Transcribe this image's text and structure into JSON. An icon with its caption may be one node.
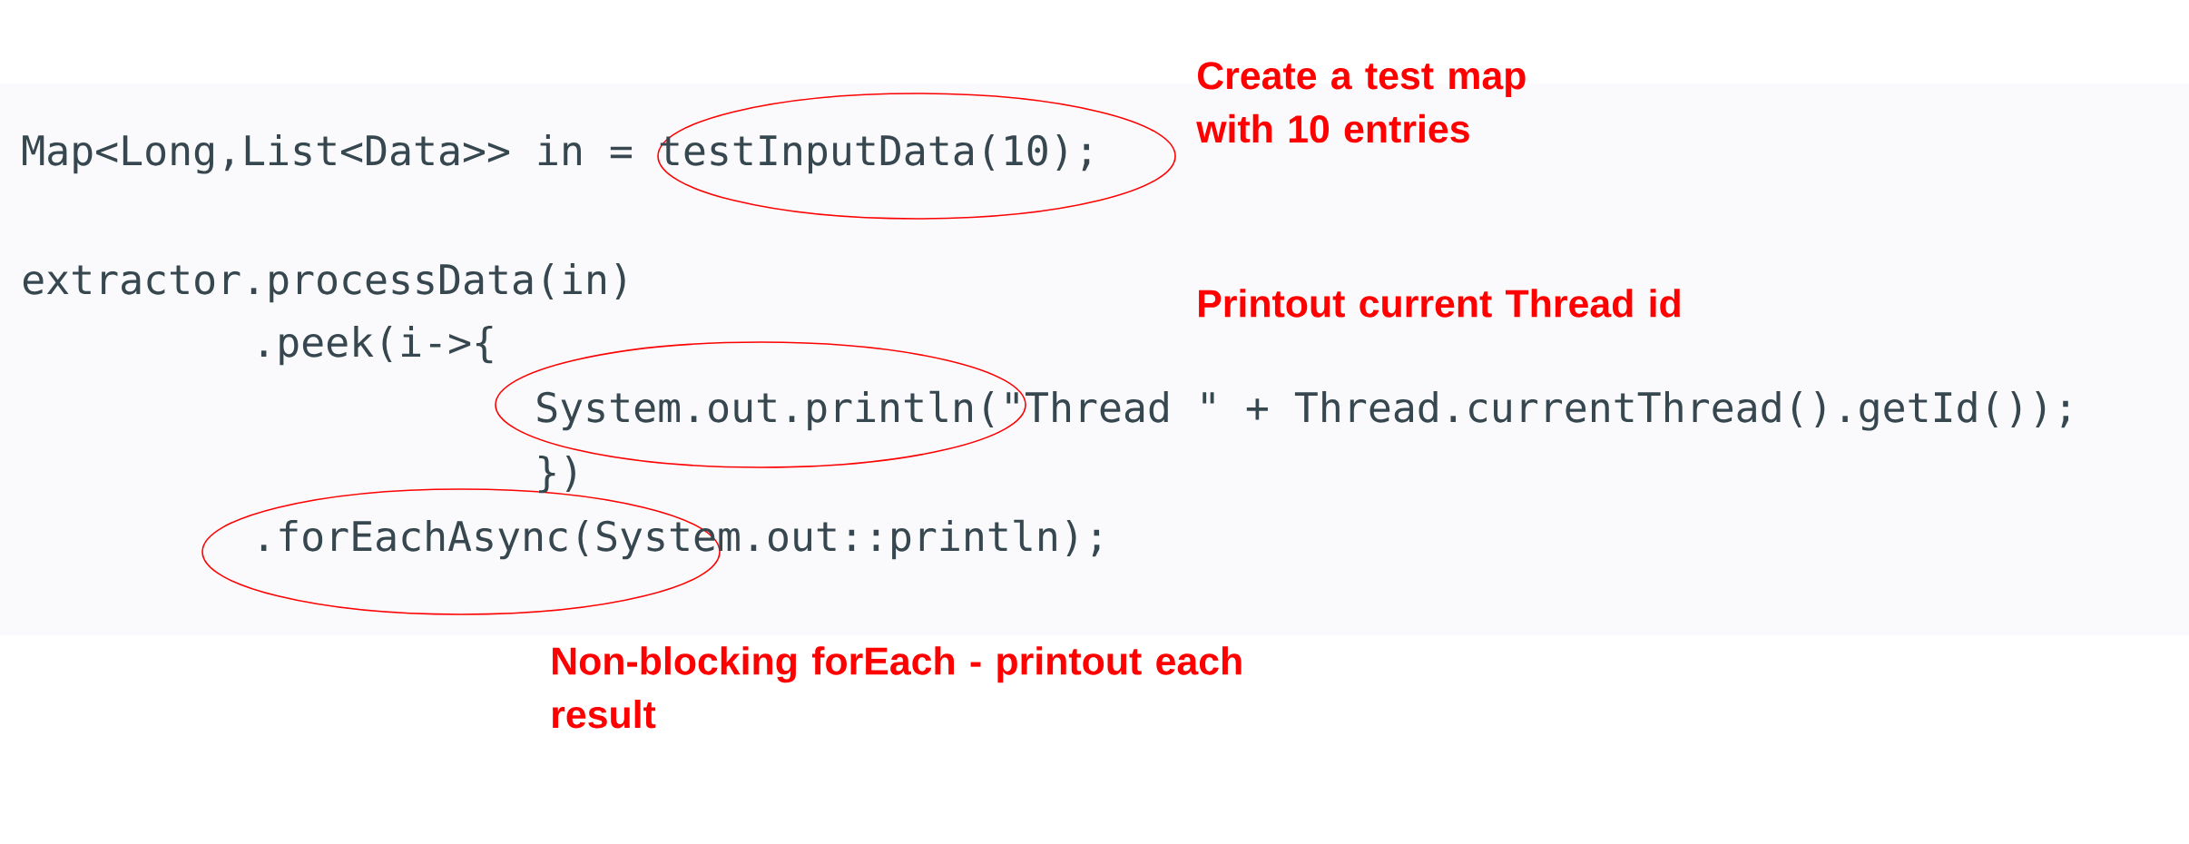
{
  "diagram": {
    "labels": [
      "Map<Long,List<Data>> in = testInputData(10);",
      "Create a test map with 10 entries",
      "extractor.processData(in)",
      "Printout current Thread id",
      ".peek(i->{",
      "System.out.println(\"Thread \" + Thread.currentThread().getId());",
      "})",
      ".forEachAsync(System.out::println);",
      "Non-blocking forEach - printout each result"
    ]
  }
}
